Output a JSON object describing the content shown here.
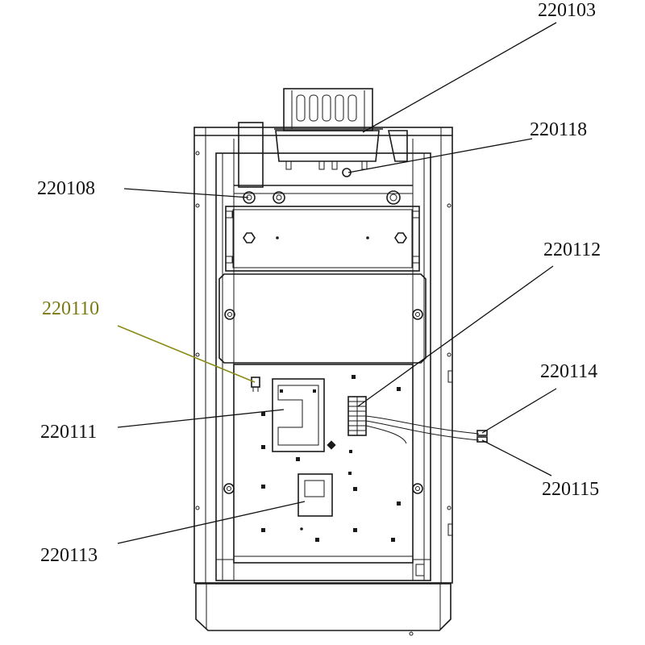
{
  "diagram": {
    "callouts": [
      {
        "id": "c220103",
        "label": "220103",
        "highlight": false
      },
      {
        "id": "c220118",
        "label": "220118",
        "highlight": false
      },
      {
        "id": "c220108",
        "label": "220108",
        "highlight": false
      },
      {
        "id": "c220112",
        "label": "220112",
        "highlight": false
      },
      {
        "id": "c220110",
        "label": "220110",
        "highlight": true
      },
      {
        "id": "c220114",
        "label": "220114",
        "highlight": false
      },
      {
        "id": "c220111",
        "label": "220111",
        "highlight": false
      },
      {
        "id": "c220115",
        "label": "220115",
        "highlight": false
      },
      {
        "id": "c220113",
        "label": "220113",
        "highlight": false
      }
    ],
    "colors": {
      "line": "#1a1a1a",
      "highlight_text": "#7b7a12",
      "highlight_leader": "#8a8a18",
      "background": "#ffffff"
    }
  }
}
